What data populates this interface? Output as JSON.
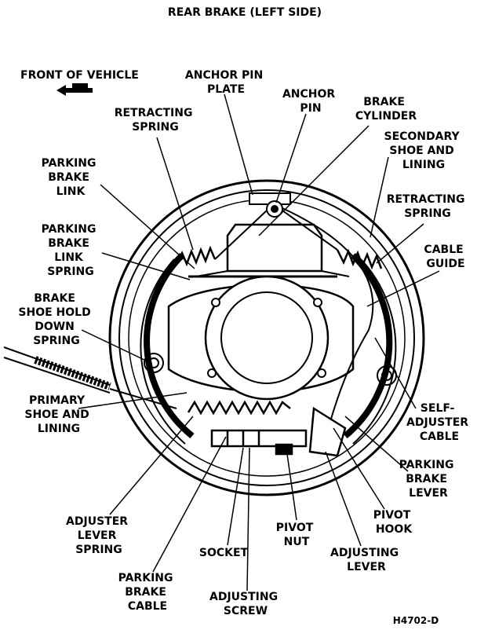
{
  "title": "REAR BRAKE (LEFT SIDE)",
  "orientation_label": "FRONT OF VEHICLE",
  "figure_id": "H4702-D",
  "labels": {
    "anchor_pin_plate": [
      "ANCHOR PIN",
      "PLATE"
    ],
    "anchor_pin": [
      "ANCHOR",
      "PIN"
    ],
    "brake_cylinder": [
      "BRAKE",
      "CYLINDER"
    ],
    "retracting_spring_left": [
      "RETRACTING",
      "SPRING"
    ],
    "secondary_shoe": [
      "SECONDARY",
      "SHOE AND",
      "LINING"
    ],
    "parking_brake_link": [
      "PARKING",
      "BRAKE",
      "LINK"
    ],
    "retracting_spring_right": [
      "RETRACTING",
      "SPRING"
    ],
    "parking_brake_link_spring": [
      "PARKING",
      "BRAKE",
      "LINK",
      "SPRING"
    ],
    "cable_guide": [
      "CABLE",
      "GUIDE"
    ],
    "hold_down_spring": [
      "BRAKE",
      "SHOE HOLD",
      "DOWN",
      "SPRING"
    ],
    "primary_shoe": [
      "PRIMARY",
      "SHOE AND",
      "LINING"
    ],
    "self_adjuster_cable": [
      "SELF-",
      "ADJUSTER",
      "CABLE"
    ],
    "parking_brake_lever": [
      "PARKING",
      "BRAKE",
      "LEVER"
    ],
    "adjuster_lever_spring": [
      "ADJUSTER",
      "LEVER",
      "SPRING"
    ],
    "pivot_nut": [
      "PIVOT",
      "NUT"
    ],
    "pivot_hook": [
      "PIVOT",
      "HOOK"
    ],
    "socket": [
      "SOCKET"
    ],
    "adjusting_lever": [
      "ADJUSTING",
      "LEVER"
    ],
    "parking_brake_cable": [
      "PARKING",
      "BRAKE",
      "CABLE"
    ],
    "adjusting_screw": [
      "ADJUSTING",
      "SCREW"
    ]
  }
}
